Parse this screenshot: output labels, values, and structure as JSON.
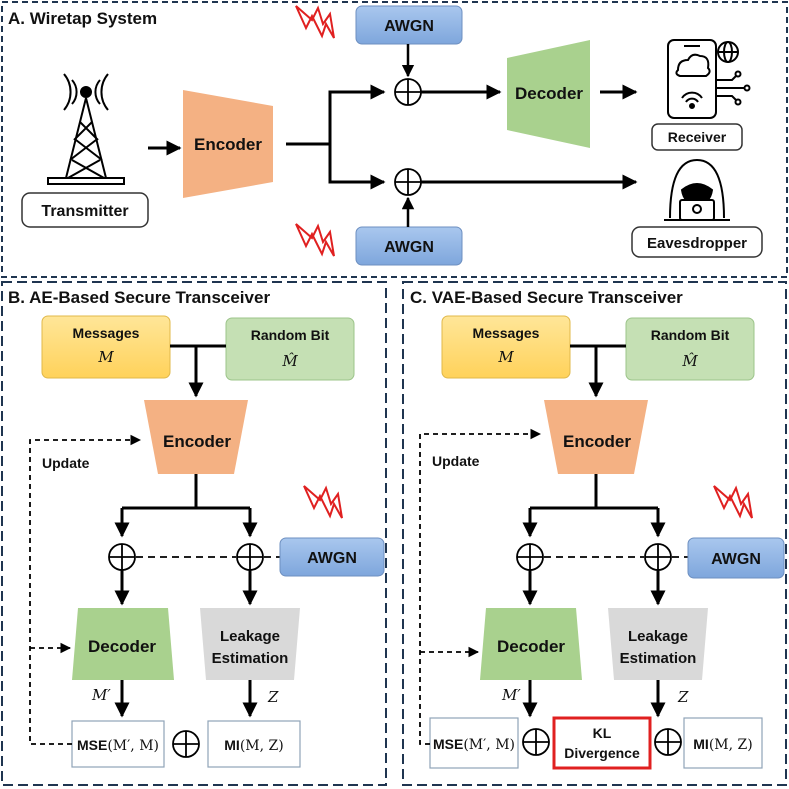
{
  "panels": {
    "a_title": "A. Wiretap System",
    "b_title": "B. AE-Based Secure Transceiver",
    "c_title": "C. VAE-Based Secure Transceiver"
  },
  "a": {
    "transmitter": "Transmitter",
    "encoder": "Encoder",
    "awgn_top": "AWGN",
    "awgn_bottom": "AWGN",
    "decoder": "Decoder",
    "receiver": "Receiver",
    "eavesdropper": "Eavesdropper"
  },
  "b": {
    "messages": "Messages",
    "messages_sym": "M",
    "random_bit": "Random Bit",
    "random_sym": "M̂",
    "encoder": "Encoder",
    "update": "Update",
    "awgn": "AWGN",
    "decoder": "Decoder",
    "leakage_1": "Leakage",
    "leakage_2": "Estimation",
    "m_prime": "M′",
    "z": "Z",
    "mse_bold": "MSE",
    "mse_args": "(M′, M)",
    "mi_bold": "MI",
    "mi_args": "(M, Z)"
  },
  "c": {
    "messages": "Messages",
    "messages_sym": "M",
    "random_bit": "Random Bit",
    "random_sym": "M̂",
    "encoder": "Encoder",
    "update": "Update",
    "awgn": "AWGN",
    "decoder": "Decoder",
    "leakage_1": "Leakage",
    "leakage_2": "Estimation",
    "m_prime": "M′",
    "z": "Z",
    "mse_bold": "MSE",
    "mse_args": "(M′, M)",
    "kl_1": "KL",
    "kl_2": "Divergence",
    "mi_bold": "MI",
    "mi_args": "(M, Z)"
  },
  "colors": {
    "encoder": "#f4b183",
    "decoder": "#a9d18e",
    "awgn": "#8fb4e3",
    "messages": "#ffd966",
    "random_bit": "#c5e0b4",
    "leakage": "#d9d9d9",
    "kl_border": "#e02020",
    "border_dash": "#1f3550"
  }
}
